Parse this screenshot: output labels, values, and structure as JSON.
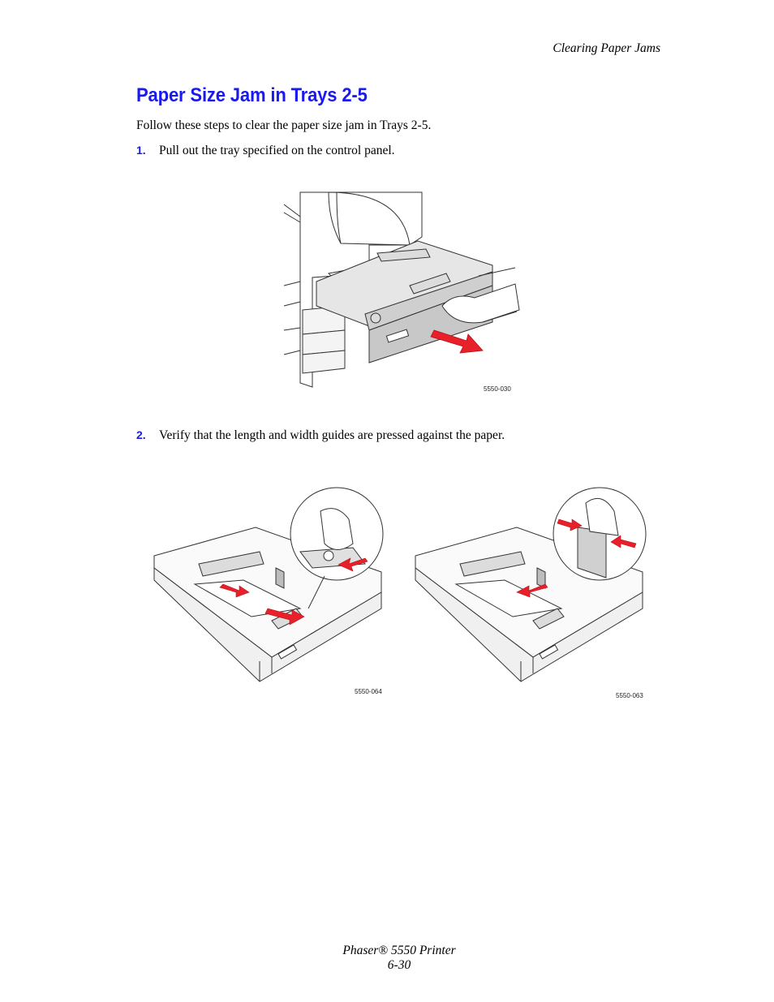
{
  "header": {
    "section": "Clearing Paper Jams"
  },
  "title": "Paper Size Jam in Trays 2-5",
  "intro": "Follow these steps to clear the paper size jam in Trays 2-5.",
  "steps": [
    {
      "number": "1.",
      "text": "Pull out the tray specified on the control panel."
    },
    {
      "number": "2.",
      "text": "Verify that the length and width guides are pressed against the paper."
    }
  ],
  "figures": [
    {
      "id": "5550-030"
    },
    {
      "id": "5550-064"
    },
    {
      "id": "5550-063"
    }
  ],
  "footer": {
    "product": "Phaser® 5550 Printer",
    "page": "6-30"
  },
  "colors": {
    "heading": "#1a1aee",
    "arrow": "#e8202a",
    "tray_fill": "#c8c8c8"
  }
}
